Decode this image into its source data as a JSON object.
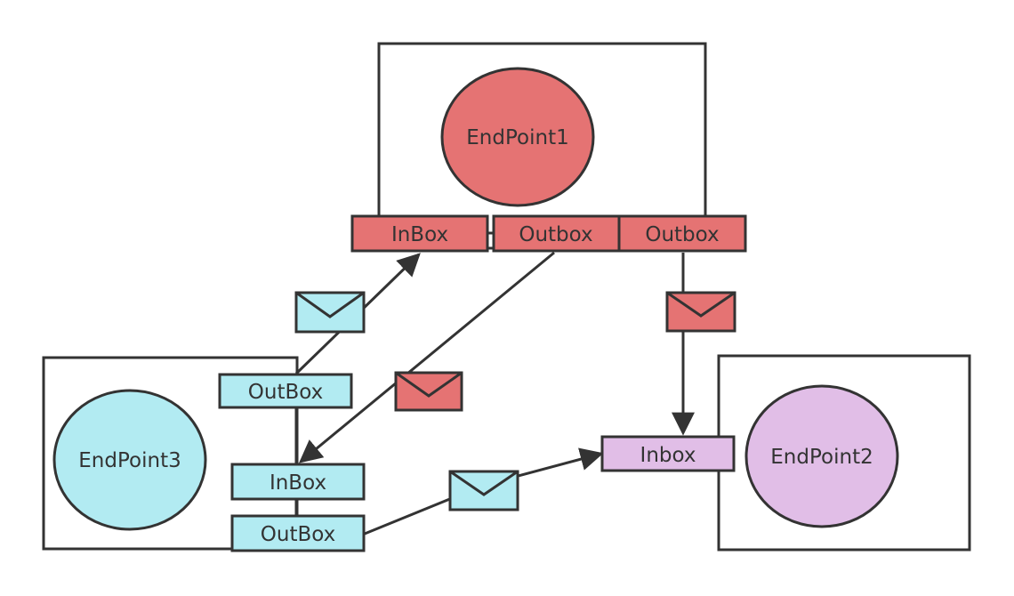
{
  "endpoints": {
    "ep1": {
      "label": "EndPoint1",
      "color": "#e57373"
    },
    "ep2": {
      "label": "EndPoint2",
      "color": "#e1bee7"
    },
    "ep3": {
      "label": "EndPoint3",
      "color": "#b2ebf2"
    }
  },
  "ep1_ports": {
    "inbox": "InBox",
    "outbox_a": "Outbox",
    "outbox_b": "Outbox"
  },
  "ep2_ports": {
    "inbox": "Inbox"
  },
  "ep3_ports": {
    "outbox_top": "OutBox",
    "inbox": "InBox",
    "outbox_bottom": "OutBox"
  },
  "colors": {
    "stroke": "#333333",
    "text": "#333333"
  },
  "icons": {
    "message": "envelope-icon"
  }
}
